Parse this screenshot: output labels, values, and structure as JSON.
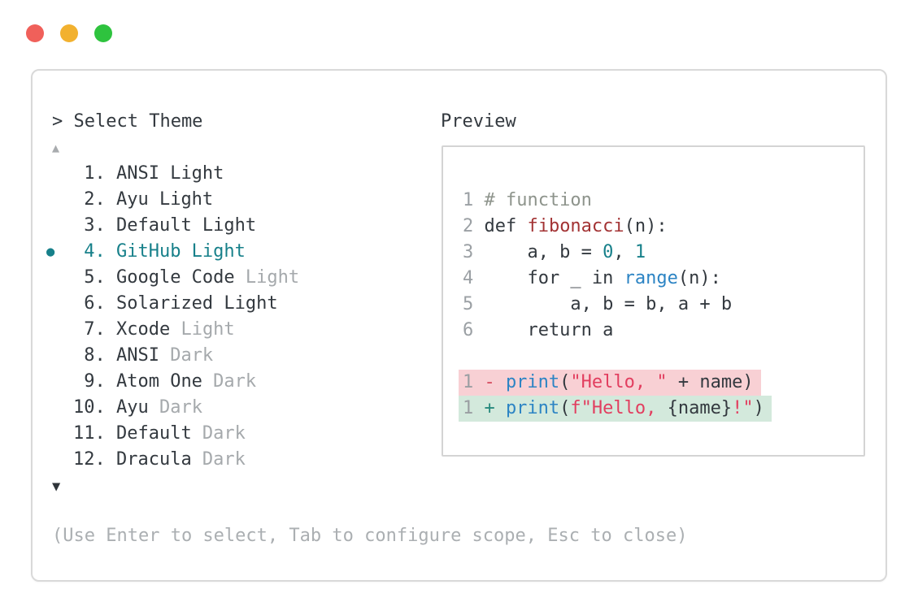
{
  "window": {
    "traffic_lights": [
      {
        "name": "close-button",
        "color": "#f0605a"
      },
      {
        "name": "minimize-button",
        "color": "#f2b12f"
      },
      {
        "name": "zoom-button",
        "color": "#2ec33e"
      }
    ]
  },
  "colors": {
    "accent_teal": "#17808a",
    "keyword_blue": "#2c84c4",
    "string_red": "#e23e5f",
    "defname_red": "#a33334",
    "comment_gray": "#8e948c",
    "muted_gray": "#a5a9ac",
    "diff_removed_bg": "#f8d0d4",
    "diff_added_bg": "#d3e9dc",
    "panel_border": "#d9d9d9"
  },
  "theme_picker": {
    "prompt": "> Select Theme",
    "scroll_up_symbol": "▲",
    "scroll_down_symbol": "▼",
    "selected_number": "4.",
    "items": [
      {
        "number": "1.",
        "name": "ANSI Light",
        "suffix": "",
        "selected": false
      },
      {
        "number": "2.",
        "name": "Ayu Light",
        "suffix": "",
        "selected": false
      },
      {
        "number": "3.",
        "name": "Default Light",
        "suffix": "",
        "selected": false
      },
      {
        "number": "4.",
        "name": "GitHub Light",
        "suffix": "",
        "selected": true
      },
      {
        "number": "5.",
        "name": "Google Code",
        "suffix": "Light",
        "selected": false
      },
      {
        "number": "6.",
        "name": "Solarized Light",
        "suffix": "",
        "selected": false
      },
      {
        "number": "7.",
        "name": "Xcode",
        "suffix": "Light",
        "selected": false
      },
      {
        "number": "8.",
        "name": "ANSI",
        "suffix": "Dark",
        "selected": false
      },
      {
        "number": "9.",
        "name": "Atom One",
        "suffix": "Dark",
        "selected": false
      },
      {
        "number": "10.",
        "name": "Ayu",
        "suffix": "Dark",
        "selected": false
      },
      {
        "number": "11.",
        "name": "Default",
        "suffix": "Dark",
        "selected": false
      },
      {
        "number": "12.",
        "name": "Dracula",
        "suffix": "Dark",
        "selected": false
      }
    ],
    "hint": "(Use Enter to select, Tab to configure scope, Esc to close)"
  },
  "preview": {
    "title": "Preview",
    "code_lines": [
      {
        "number": "1",
        "tokens": [
          {
            "t": "# function",
            "c": "comment"
          }
        ]
      },
      {
        "number": "2",
        "tokens": [
          {
            "t": "def ",
            "c": "text"
          },
          {
            "t": "fibonacci",
            "c": "defname"
          },
          {
            "t": "(n):",
            "c": "text"
          }
        ]
      },
      {
        "number": "3",
        "tokens": [
          {
            "t": "    a, b = ",
            "c": "text"
          },
          {
            "t": "0",
            "c": "number"
          },
          {
            "t": ", ",
            "c": "text"
          },
          {
            "t": "1",
            "c": "number"
          }
        ]
      },
      {
        "number": "4",
        "tokens": [
          {
            "t": "    for _ in ",
            "c": "text"
          },
          {
            "t": "range",
            "c": "builtin"
          },
          {
            "t": "(n):",
            "c": "text"
          }
        ]
      },
      {
        "number": "5",
        "tokens": [
          {
            "t": "        a, b = b, a + b",
            "c": "text"
          }
        ]
      },
      {
        "number": "6",
        "tokens": [
          {
            "t": "    return a",
            "c": "text"
          }
        ]
      }
    ],
    "diff_lines": [
      {
        "number": "1",
        "kind": "removed",
        "sign": "-",
        "tokens": [
          {
            "t": "print",
            "c": "builtin"
          },
          {
            "t": "(",
            "c": "text"
          },
          {
            "t": "\"Hello, \"",
            "c": "string"
          },
          {
            "t": " + name)",
            "c": "text"
          }
        ]
      },
      {
        "number": "1",
        "kind": "added",
        "sign": "+",
        "tokens": [
          {
            "t": "print",
            "c": "builtin"
          },
          {
            "t": "(",
            "c": "text"
          },
          {
            "t": "f\"Hello, ",
            "c": "string"
          },
          {
            "t": "{name}",
            "c": "text"
          },
          {
            "t": "!\"",
            "c": "string"
          },
          {
            "t": ")",
            "c": "text"
          }
        ]
      }
    ]
  }
}
